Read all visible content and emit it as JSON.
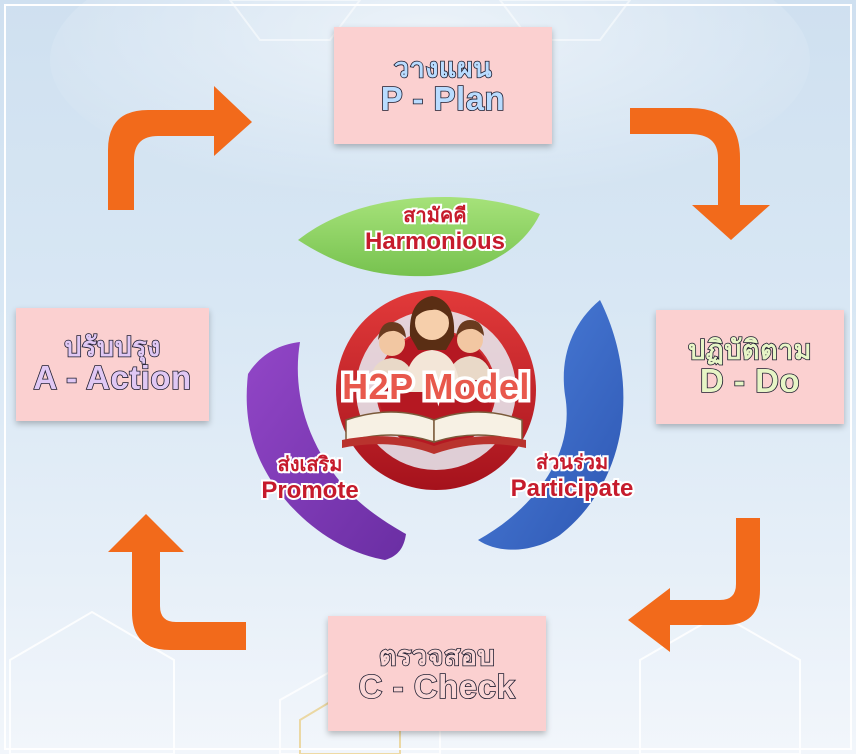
{
  "diagram": {
    "title": "H2P Model",
    "steps": {
      "plan": {
        "thai": "วางแผน",
        "english": "P - Plan"
      },
      "do": {
        "thai": "ปฏิบัติตาม",
        "english": "D - Do"
      },
      "check": {
        "thai": "ตรวจสอบ",
        "english": "C - Check"
      },
      "action": {
        "thai": "ปรับปรุง",
        "english": "A - Action"
      }
    },
    "principles": {
      "harmonious": {
        "thai": "สามัคคี",
        "english": "Harmonious"
      },
      "promote": {
        "thai": "ส่งเสริม",
        "english": "Promote"
      },
      "participate": {
        "thai": "ส่วนร่วม",
        "english": "Participate"
      }
    },
    "colors": {
      "arrow": "#f26a1b",
      "harmonious_segment": "#8fd46a",
      "promote_segment": "#7d3bb5",
      "participate_segment": "#3d6fd0",
      "center_circle": "#c81e2a",
      "box_fill": "#fbd0d0"
    },
    "icons": [
      "people-icon",
      "open-book-icon"
    ]
  }
}
